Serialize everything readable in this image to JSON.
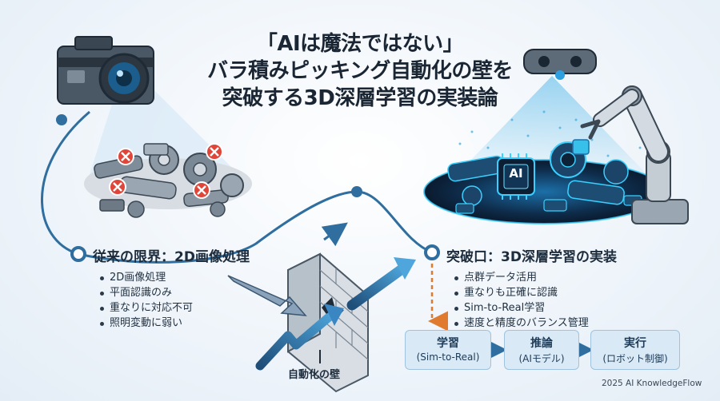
{
  "title": {
    "line1": "「AIは魔法ではない」",
    "line2": "バラ積みピッキング自動化の壁を",
    "line3": "突破する3D深層学習の実装論"
  },
  "left_section": {
    "heading": "従来の限界：2D画像処理",
    "bullets": [
      "2D画像処理",
      "平面認識のみ",
      "重なりに対応不可",
      "照明変動に弱い"
    ]
  },
  "right_section": {
    "heading": "突破口：3D深層学習の実装",
    "bullets": [
      "点群データ活用",
      "重なりも正確に認識",
      "Sim-to-Real学習",
      "速度と精度のバランス管理"
    ]
  },
  "wall": {
    "label": "自動化の壁"
  },
  "ai_chip": {
    "label": "AI"
  },
  "flow": [
    {
      "label": "学習",
      "sub": "(Sim-to-Real)"
    },
    {
      "label": "推論",
      "sub": "(AIモデル)"
    },
    {
      "label": "実行",
      "sub": "(ロボット制御)"
    }
  ],
  "credit": "2025 AI KnowledgeFlow",
  "colors": {
    "accent_blue": "#2f7fb8",
    "dark_blue": "#1f4e79",
    "orange": "#e07a2e",
    "error_red": "#e0453a",
    "glow_cyan": "#39d0ff"
  }
}
